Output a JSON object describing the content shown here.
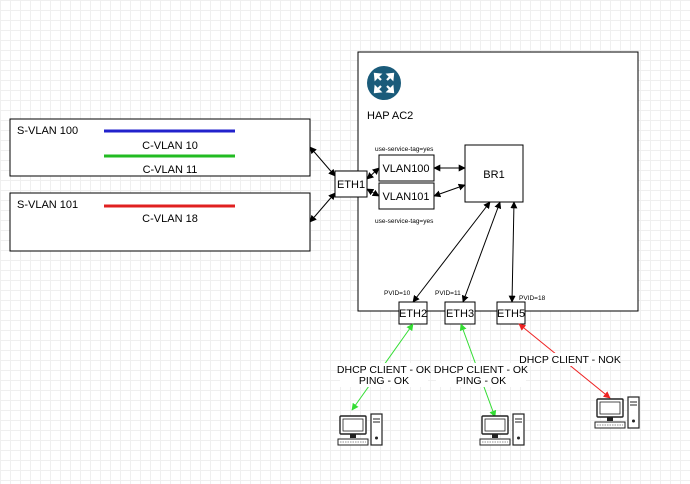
{
  "router": {
    "name": "HAP AC2"
  },
  "svlans": [
    {
      "label": "S-VLAN 100",
      "cvlans": [
        {
          "label": "C-VLAN 10",
          "color": "#2222cc"
        },
        {
          "label": "C-VLAN 11",
          "color": "#22bb22"
        }
      ]
    },
    {
      "label": "S-VLAN 101",
      "cvlans": [
        {
          "label": "C-VLAN 18",
          "color": "#e02020"
        }
      ]
    }
  ],
  "interfaces": {
    "eth1": "ETH1",
    "vlan100": "VLAN100",
    "vlan101": "VLAN101",
    "br1": "BR1",
    "eth2": "ETH2",
    "eth3": "ETH3",
    "eth5": "ETH5"
  },
  "tags": {
    "service_tag_top": "use-service-tag=yes",
    "service_tag_bottom": "use-service-tag=yes"
  },
  "pvids": {
    "eth2": "PVID=10",
    "eth3": "PVID=11",
    "eth5": "PVID=18"
  },
  "clients": {
    "eth2": {
      "line1": "DHCP CLIENT - OK",
      "line2": "PING - OK",
      "link_color": "#33dd33"
    },
    "eth3": {
      "line1": "DHCP CLIENT - OK",
      "line2": "PING - OK",
      "link_color": "#33dd33"
    },
    "eth5": {
      "line1": "DHCP CLIENT - NOK",
      "link_color": "#ee2222"
    }
  },
  "icons": [
    "router-icon",
    "computer-icon"
  ]
}
